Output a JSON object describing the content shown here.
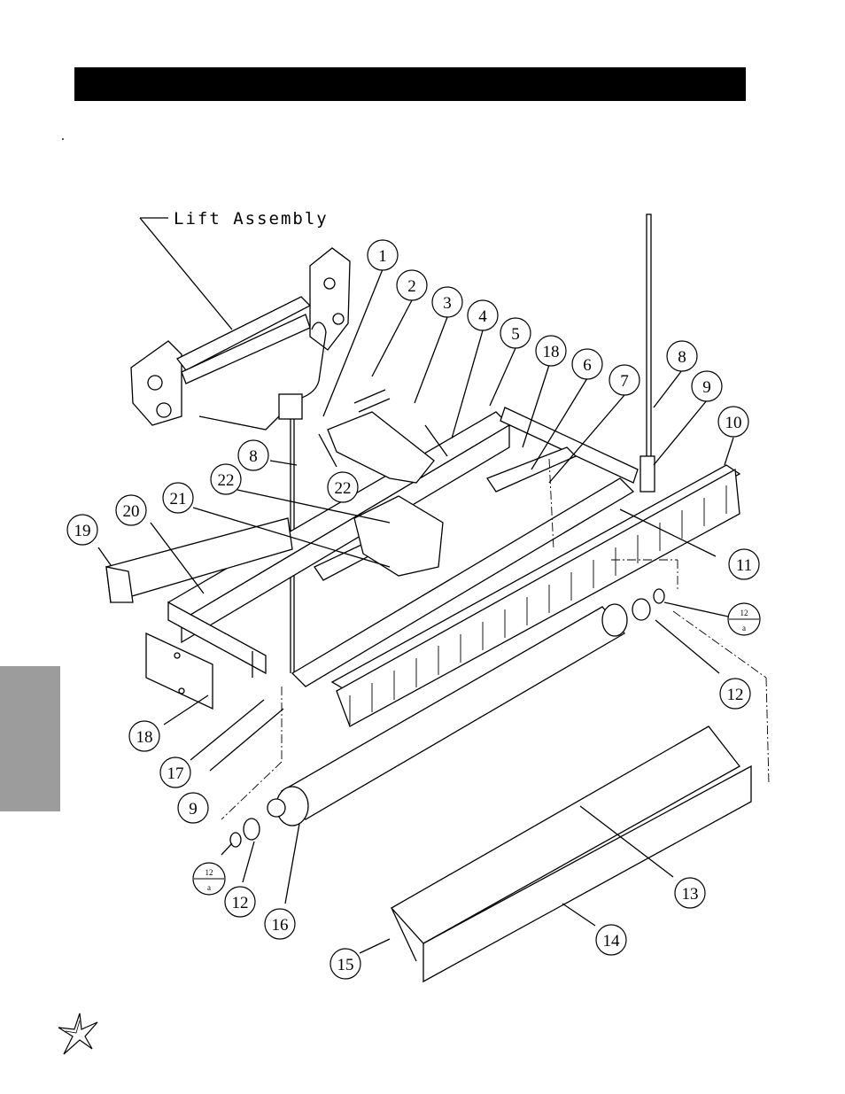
{
  "header": {
    "title": ""
  },
  "diagram": {
    "assembly_label": "Lift Assembly",
    "callouts": [
      "1",
      "2",
      "3",
      "4",
      "5",
      "18",
      "6",
      "7",
      "8",
      "9",
      "10",
      "22",
      "8",
      "22",
      "21",
      "20",
      "19",
      "11",
      "12",
      "18",
      "17",
      "9",
      "12",
      "12",
      "16",
      "13",
      "14",
      "15"
    ],
    "sub_ref_top": "12",
    "sub_ref_bottom": "a"
  }
}
